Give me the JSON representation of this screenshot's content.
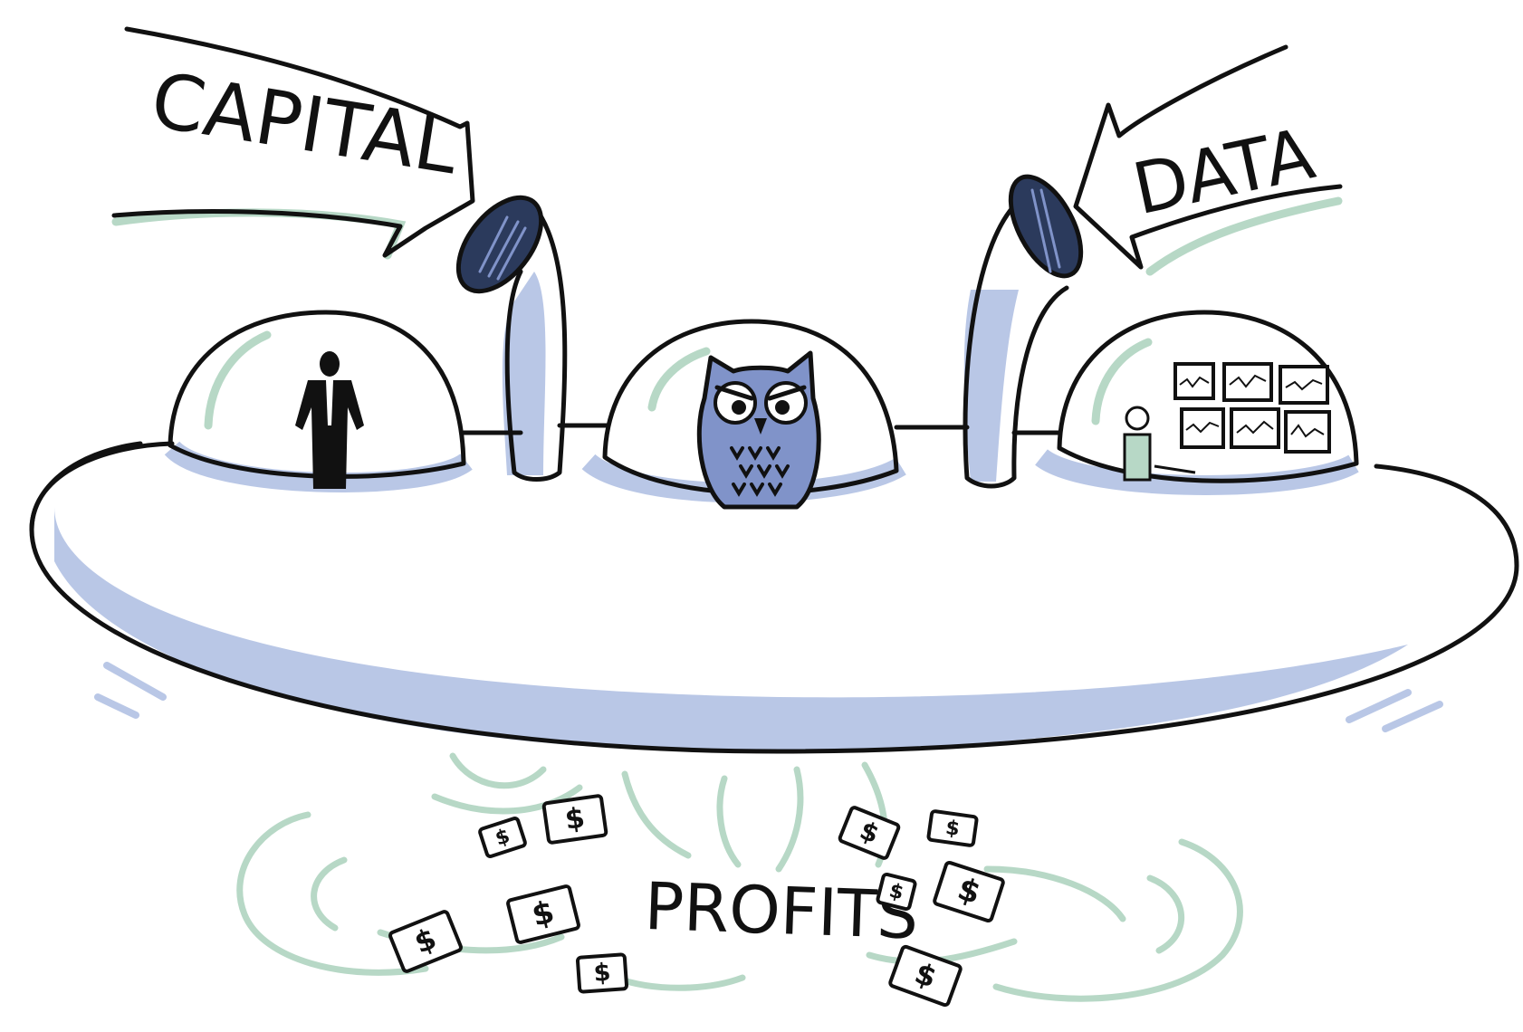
{
  "labels": {
    "capital": "CAPITAL",
    "data": "DATA",
    "profits": "PROFITS"
  },
  "bill_symbol": "$",
  "colors": {
    "ink": "#111111",
    "blue_shade": "#b9c7e6",
    "blue_owl": "#8093c9",
    "green_wind": "#b7d8c6",
    "white": "#ffffff"
  },
  "icons": {
    "investor": "businessman-icon",
    "analyst_owl": "owl-icon",
    "data_desk": "trader-monitors-icon",
    "money": "dollar-bill-icon"
  }
}
